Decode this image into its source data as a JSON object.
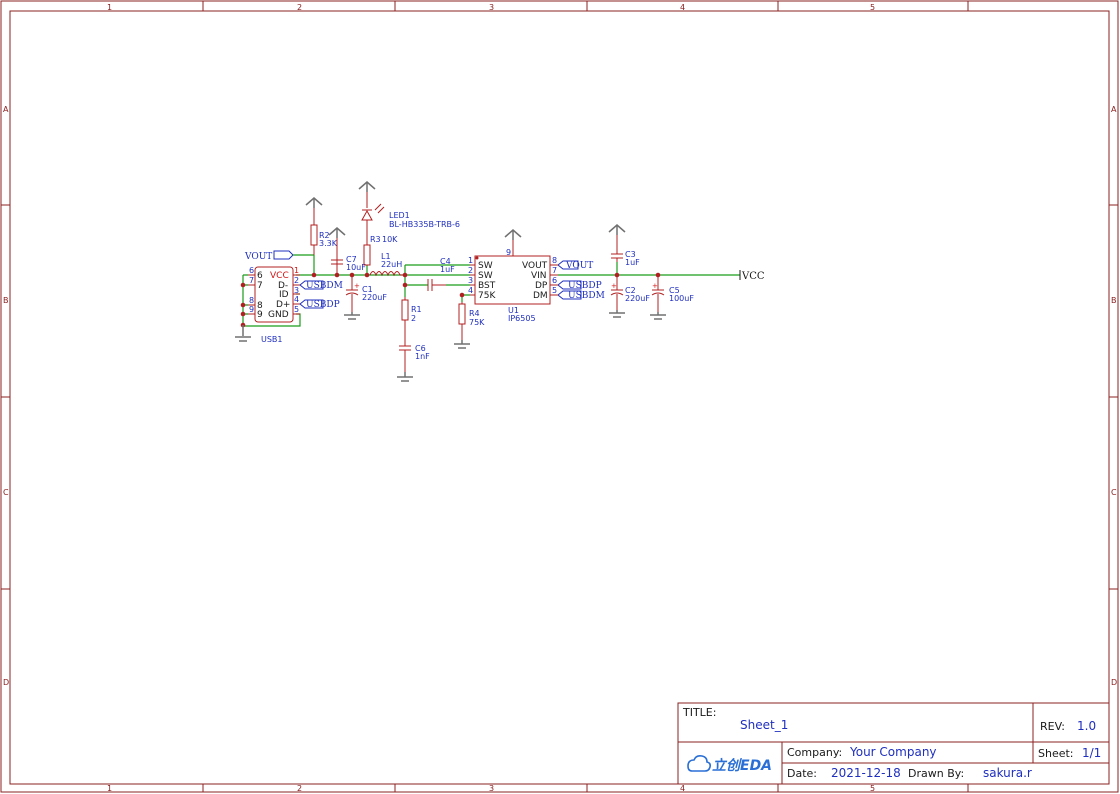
{
  "frame": {
    "columns": [
      "1",
      "2",
      "3",
      "4",
      "5"
    ],
    "rows": [
      "A",
      "B",
      "C",
      "D"
    ]
  },
  "title_block": {
    "title_label": "TITLE:",
    "title": "Sheet_1",
    "rev_label": "REV:",
    "rev": "1.0",
    "logo_text": "立创EDA",
    "company_label": "Company:",
    "company": "Your Company",
    "sheet_label": "Sheet:",
    "sheet": "1/1",
    "date_label": "Date:",
    "date": "2021-12-18",
    "drawn_label": "Drawn By:",
    "drawn_by": "sakura.r"
  },
  "schematic": {
    "usb": {
      "ref": "USB1",
      "pins_left": [
        "6",
        "7",
        "8",
        "9"
      ],
      "pins_inner_left": [
        "6",
        "7",
        "8",
        "9"
      ],
      "pin_names": [
        "VCC",
        "D-",
        "ID",
        "D+",
        "GND"
      ],
      "pins_right": [
        "1",
        "2",
        "3",
        "4",
        "5"
      ]
    },
    "net_labels": {
      "vout_left": "VOUT",
      "usbdm_left": "USBDM",
      "usbdp_left": "USBDP",
      "vout_right": "VOUT",
      "usbdp_right": "USBDP",
      "usbdm_right": "USBDM",
      "vcc": "VCC"
    },
    "r2": {
      "ref": "R2",
      "value": "3.3K"
    },
    "r3": {
      "ref": "R3",
      "value": "10K"
    },
    "c7": {
      "ref": "C7",
      "value": "10uF"
    },
    "c1": {
      "ref": "C1",
      "value": "220uF"
    },
    "l1": {
      "ref": "L1",
      "value": "22uH"
    },
    "led1": {
      "ref": "LED1",
      "value": "BL-HB335B-TRB-6"
    },
    "r1": {
      "ref": "R1",
      "value": "2"
    },
    "c6": {
      "ref": "C6",
      "value": "1nF"
    },
    "c4": {
      "ref": "C4",
      "value": "1uF"
    },
    "r4": {
      "ref": "R4",
      "value": "75K"
    },
    "u1": {
      "ref": "U1",
      "value": "IP6505",
      "left_pins": [
        "1",
        "2",
        "3",
        "4"
      ],
      "left_names": [
        "SW",
        "SW",
        "BST",
        "75K"
      ],
      "right_pins": [
        "8",
        "7",
        "6",
        "5"
      ],
      "right_names": [
        "VOUT",
        "VIN",
        "DP",
        "DM"
      ],
      "top_pin": "9"
    },
    "c3": {
      "ref": "C3",
      "value": "1uF"
    },
    "c2": {
      "ref": "C2",
      "value": "220uF"
    },
    "c5": {
      "ref": "C5",
      "value": "100uF"
    }
  }
}
